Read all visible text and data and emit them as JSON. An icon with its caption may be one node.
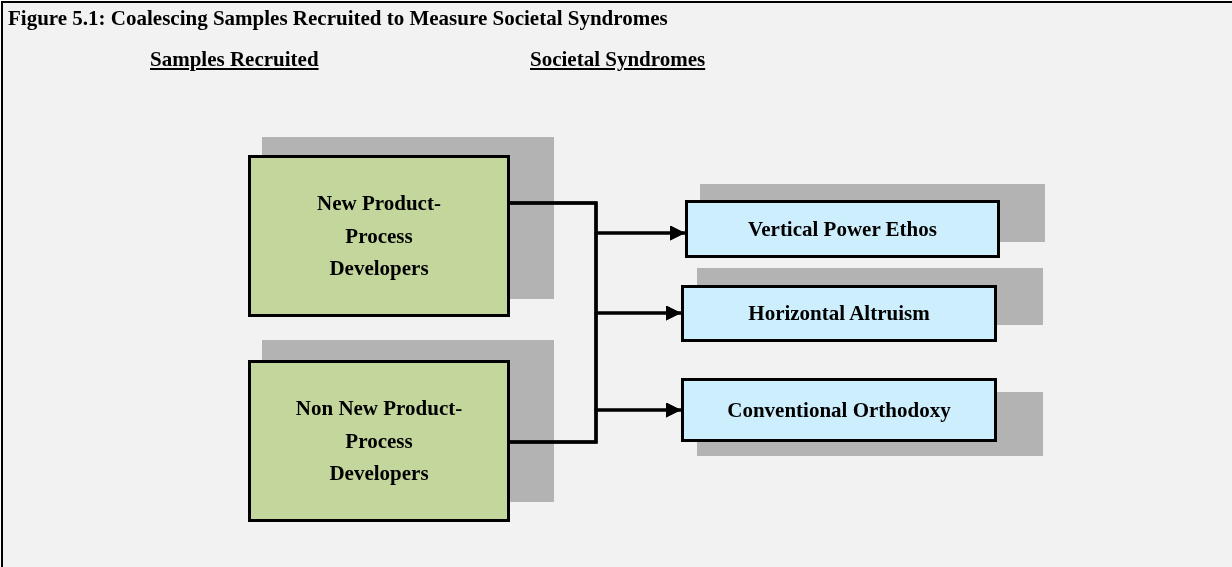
{
  "diagram": {
    "title": "Figure 5.1: Coalescing Samples Recruited to Measure Societal Syndromes",
    "nodes": [
      {
        "text": [
          "New Product-Process Developers"
        ]
      },
      {
        "text": [
          "Non New Product-Process Developers"
        ]
      },
      {
        "text": [
          "Vertical Power Ethos"
        ]
      },
      {
        "text": [
          "Horizontal Altruism"
        ]
      },
      {
        "text": [
          "Conventional Orthodoxy"
        ]
      }
    ],
    "edges": [
      {
        "from": 0,
        "to": 2,
        "arrow": "to"
      },
      {
        "from": 0,
        "to": 3,
        "arrow": "to"
      },
      {
        "from": 0,
        "to": 4,
        "arrow": "to"
      },
      {
        "from": 1,
        "to": 2,
        "arrow": "to"
      },
      {
        "from": 1,
        "to": 3,
        "arrow": "to"
      },
      {
        "from": 1,
        "to": 4,
        "arrow": "to"
      }
    ],
    "labels": [
      "Samples Recruited",
      "Societal Syndromes"
    ]
  }
}
